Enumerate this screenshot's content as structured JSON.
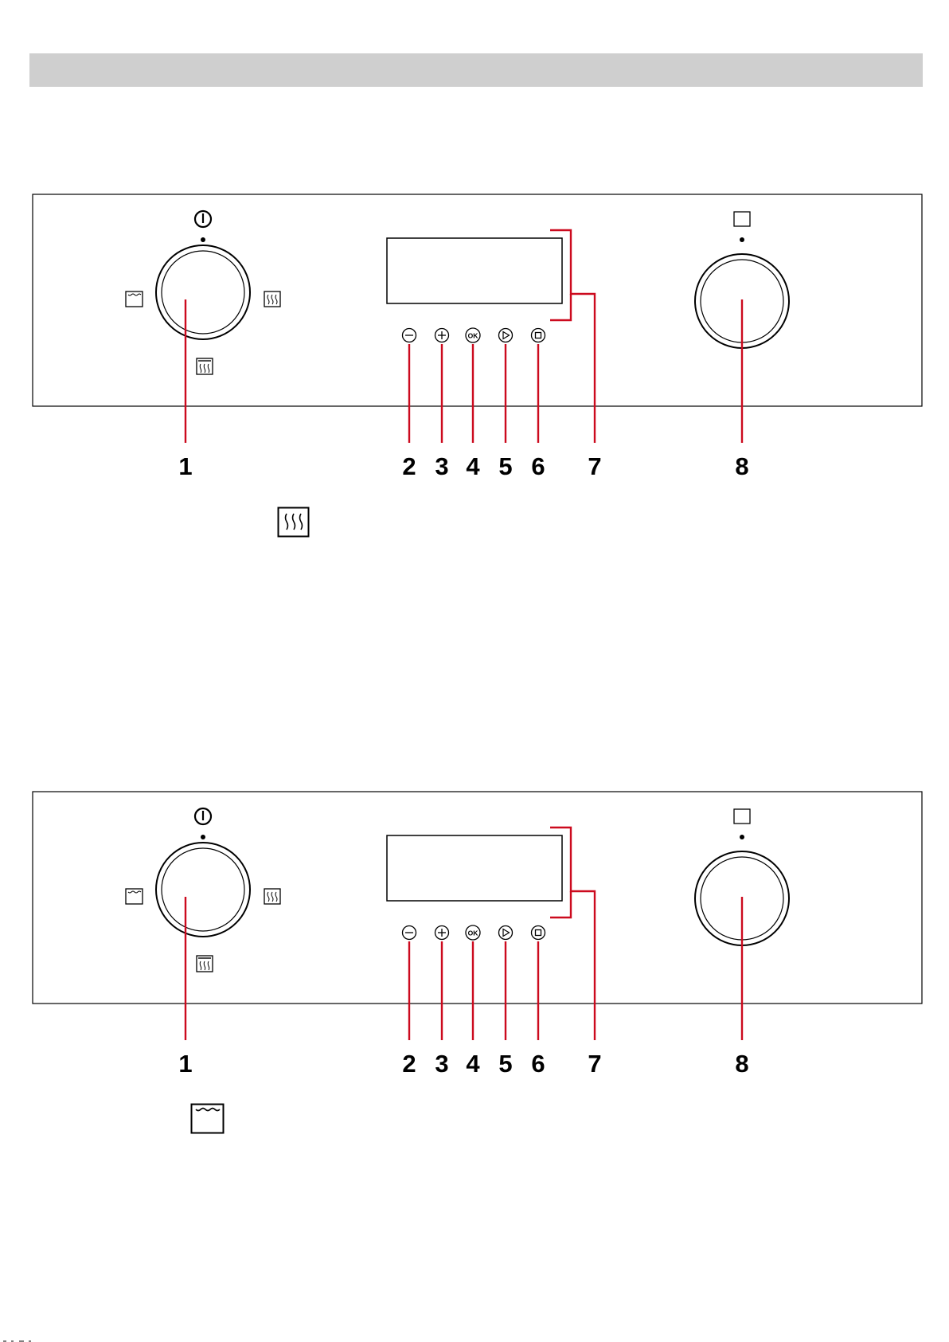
{
  "colors": {
    "header_band": "#cfcfcf",
    "callout_line": "#cc0a1e",
    "outline": "#000000"
  },
  "icons": {
    "power": "power-icon",
    "top_heat": "top-heat-icon",
    "fan": "fan-heat-icon",
    "grill": "grill-icon",
    "light_square": "square-icon",
    "minus": "minus-button-icon",
    "plus": "plus-button-icon",
    "ok": "ok-button-icon",
    "start": "play-button-icon",
    "stop": "stop-button-icon"
  },
  "diagrams": [
    {
      "buttons": {
        "ok_label": "OK"
      },
      "callouts": [
        "1",
        "2",
        "3",
        "4",
        "5",
        "6",
        "7",
        "8"
      ],
      "caption_icon": "fan-heat-icon"
    },
    {
      "buttons": {
        "ok_label": "OK"
      },
      "callouts": [
        "1",
        "2",
        "3",
        "4",
        "5",
        "6",
        "7",
        "8"
      ],
      "caption_icon": "top-heat-icon"
    }
  ]
}
